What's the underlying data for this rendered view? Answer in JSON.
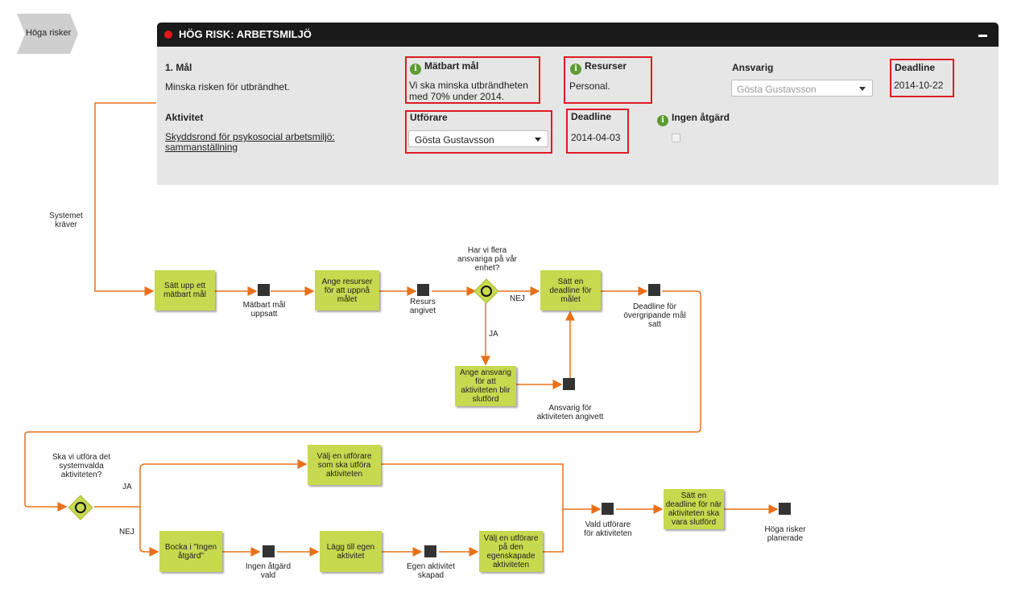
{
  "breadcrumb": {
    "label": "Höga risker"
  },
  "panel": {
    "title": "HÖG RISK: ARBETSMILJÖ",
    "goal_label": "1. Mål",
    "goal_text": "Minska risken för utbrändhet.",
    "measurable_label": "Mätbart mål",
    "measurable_text": "Vi ska minska utbrändheten med 70% under 2014.",
    "resources_label": "Resurser",
    "resources_text": "Personal.",
    "responsible_label": "Ansvarig",
    "responsible_value": "Gösta Gustavsson",
    "deadline_label": "Deadline",
    "deadline_value": "2014-10-22",
    "activity_label": "Aktivitet",
    "activity_link": "Skyddsrond för psykosocial arbetsmiljö: sammanställning",
    "performer_label": "Utförare",
    "performer_value": "Gösta Gustavsson",
    "activity_deadline_label": "Deadline",
    "activity_deadline_value": "2014-04-03",
    "no_action_label": "Ingen åtgärd",
    "info_icon": "info-icon"
  },
  "flow": {
    "system_requires": "Systemet kräver",
    "boxes": {
      "set_goal": "Sätt upp ett mätbart mål",
      "resources": "Ange resurser för att uppnå målet",
      "deadline_goal": "Sätt en deadline för målet",
      "assign_responsible": "Ange ansvarig för att aktiviteten blir slutförd",
      "choose_performer": "Välj en utförare som ska utföra aktiviteten",
      "no_action": "Bocka i \"Ingen åtgärd\"",
      "add_own": "Lägg till egen aktivitet",
      "choose_own_performer": "Välj en utförare på den egenskapade aktiviteten",
      "deadline_activity": "Sätt en deadline för när aktiviteten ska vara slutförd"
    },
    "events": {
      "goal_set": "Mätbart mål uppsatt",
      "resource_given": "Resurs angivet",
      "deadline_set": "Deadline för övergripande mål satt",
      "responsible_given": "Ansvarig för aktiviteten angivett",
      "performer_chosen": "Vald utförare för aktiviteten",
      "risks_planned": "Höga risker planerade",
      "no_action_chosen": "Ingen åtgärd vald",
      "own_created": "Egen aktivitet skapad"
    },
    "decisions": {
      "multiple_responsible": "Har vi flera ansvariga på vår enhet?",
      "perform_system": "Ska vi utföra det systemvalda aktiviteten?"
    },
    "labels": {
      "nej": "NEJ",
      "ja": "JA"
    }
  }
}
